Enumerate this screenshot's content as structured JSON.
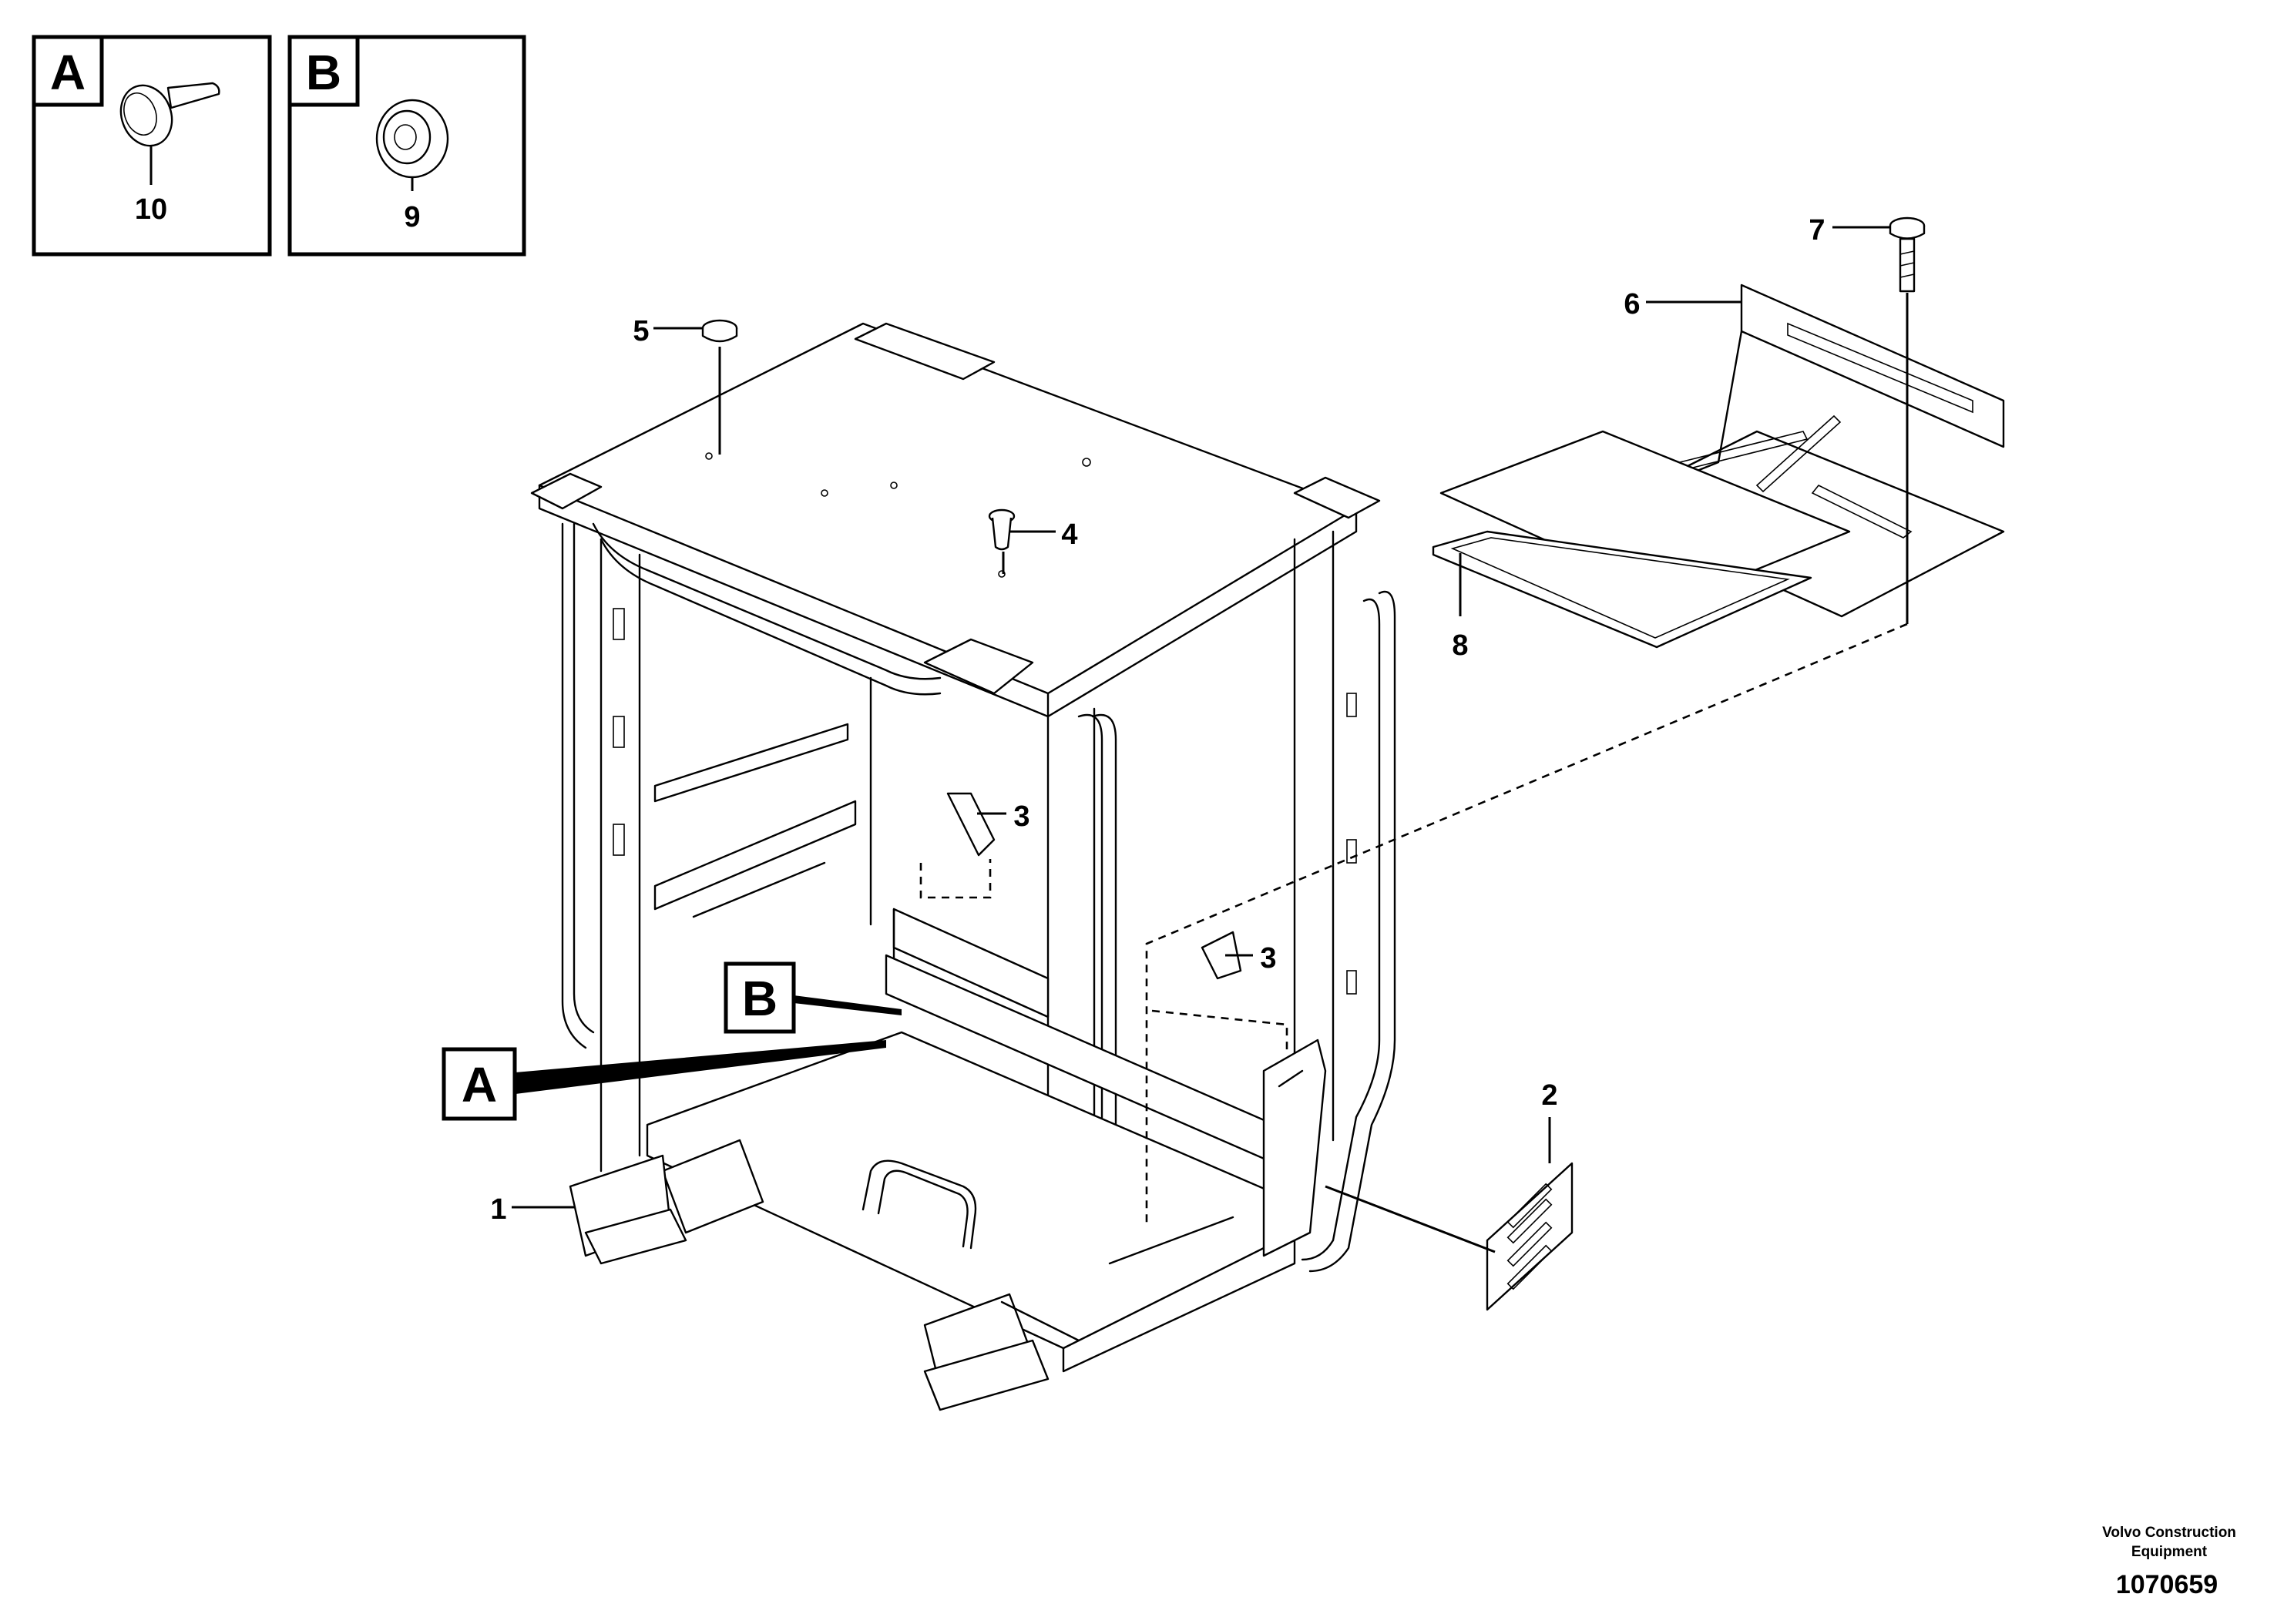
{
  "details": [
    {
      "letter": "A",
      "part_number": "10"
    },
    {
      "letter": "B",
      "part_number": "9"
    }
  ],
  "callouts": {
    "p1": "1",
    "p2": "2",
    "p3a": "3",
    "p3b": "3",
    "p4": "4",
    "p5": "5",
    "p6": "6",
    "p7": "7",
    "p8": "8"
  },
  "detail_refs": {
    "a": "A",
    "b": "B"
  },
  "footer": {
    "brand_line1": "Volvo Construction",
    "brand_line2": "Equipment",
    "drawing_number": "1070659"
  }
}
